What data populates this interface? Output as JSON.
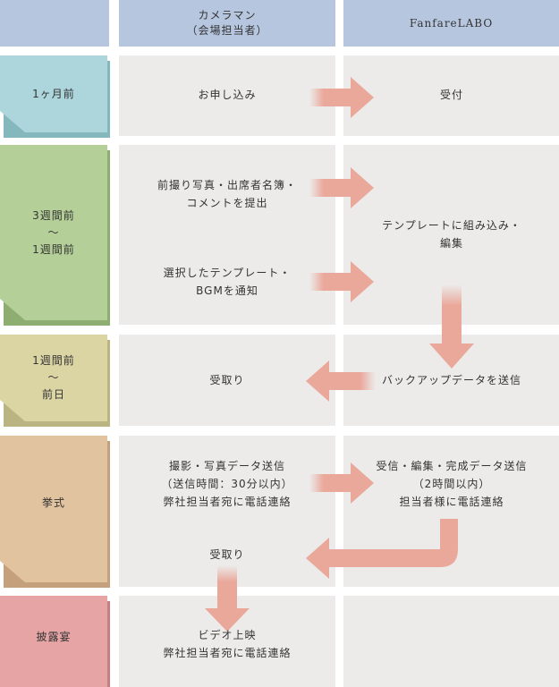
{
  "header": {
    "left_label": "",
    "cameraman_line1": "カメラマン",
    "cameraman_line2": "（会場担当者）",
    "lab": "FanfareLABO"
  },
  "stages": [
    {
      "label": "1ヶ月前",
      "color": "#acd6db",
      "shadow": "#84b8bd"
    },
    {
      "label_lines": [
        "3週間前",
        "〜",
        "1週間前"
      ],
      "color": "#b4d098",
      "shadow": "#8ead70"
    },
    {
      "label_lines": [
        "1週間前",
        "〜",
        "前日"
      ],
      "color": "#dbd5a4",
      "shadow": "#bab482"
    },
    {
      "label": "挙式",
      "color": "#e2c3a0",
      "shadow": "#c4a07c"
    },
    {
      "label": "披露宴",
      "color": "#e6a4a5",
      "shadow": "#c87f80"
    }
  ],
  "cells": {
    "s1_cam": "お申し込み",
    "s1_lab": "受付",
    "s2_cam_a_line1": "前撮り写真・出席者名簿・",
    "s2_cam_a_line2": "コメントを提出",
    "s2_cam_b_line1": "選択したテンプレート・",
    "s2_cam_b_line2": "BGMを通知",
    "s2_lab_line1": "テンプレートに組み込み・",
    "s2_lab_line2": "編集",
    "s3_cam": "受取り",
    "s3_lab": "バックアップデータを送信",
    "s4_cam_line1": "撮影・写真データ送信",
    "s4_cam_line2": "（送信時間：30分以内）",
    "s4_cam_line3": "弊社担当者宛に電話連絡",
    "s4_lab_line1": "受信・編集・完成データ送信",
    "s4_lab_line2": "（2時間以内）",
    "s4_lab_line3": "担当者様に電話連絡",
    "s4_cam_b": "受取り",
    "s5_cam_line1": "ビデオ上映",
    "s5_cam_line2": "弊社担当者宛に電話連絡"
  },
  "colors": {
    "header": "#b7c6df",
    "cell": "#ecebea",
    "arrow": "#eaa89b"
  }
}
